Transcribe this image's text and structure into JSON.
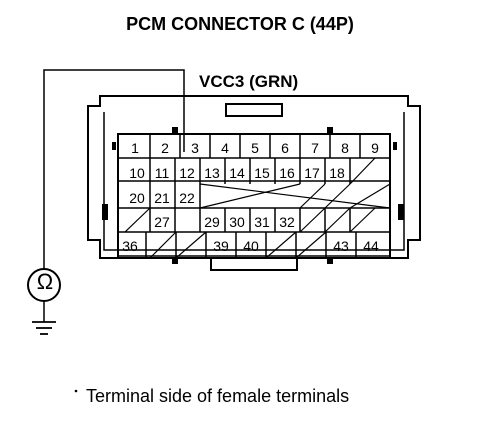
{
  "title": "PCM CONNECTOR C (44P)",
  "wire_label": "VCC3 (GRN)",
  "caption": "Terminal side of female terminals",
  "ohmmeter_symbol": "Ω",
  "rows": [
    [
      "1",
      "2",
      "3",
      "4",
      "5",
      "6",
      "7",
      "8",
      "9"
    ],
    [
      "10",
      "11",
      "12",
      "13",
      "14",
      "15",
      "16",
      "17",
      "18"
    ],
    [
      "20",
      "21",
      "22"
    ],
    [
      "27",
      "29",
      "30",
      "31",
      "32"
    ],
    [
      "36",
      "39",
      "40",
      "43",
      "44"
    ]
  ]
}
